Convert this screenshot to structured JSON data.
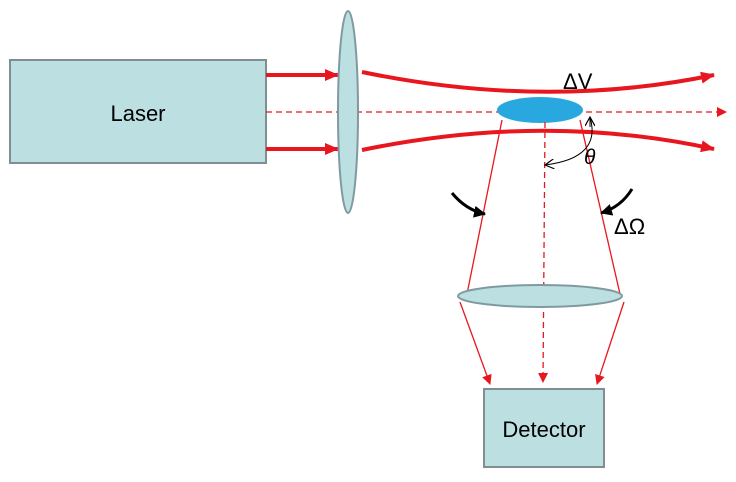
{
  "diagram": {
    "labels": {
      "laser": "Laser",
      "detector": "Detector",
      "scattering_volume": "ΔV",
      "scattering_angle": "θ",
      "solid_angle": "ΔΩ"
    },
    "colors": {
      "box_fill": "#BCDFE1",
      "box_stroke": "#7F8E91",
      "lens_fill": "#BCDFE1",
      "lens_stroke": "#7F9AA0",
      "beam": "#E8171F",
      "scatter_volume": "#29A8E0",
      "arrow_black": "#000000"
    },
    "icons": {
      "source": "laser-box",
      "focusing_lens": "lens-icon",
      "collection_lens": "lens-icon",
      "sample": "scattering-volume-ellipse",
      "sensor": "detector-box"
    }
  }
}
